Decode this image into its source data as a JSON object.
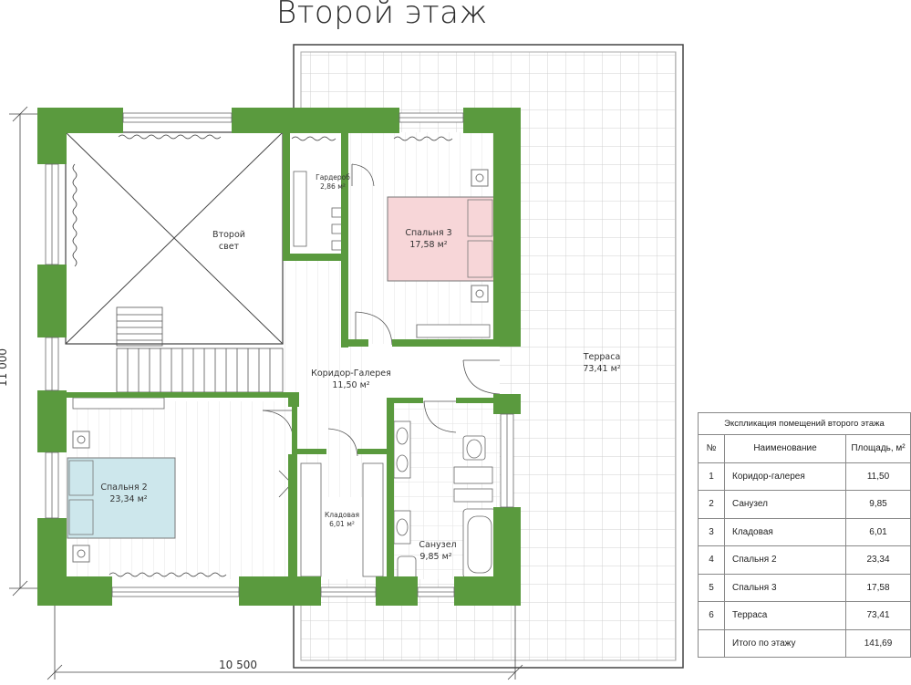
{
  "title": "Второй этаж",
  "rooms": {
    "second_light": "Второй свет",
    "wardrobe_name": "Гардероб",
    "wardrobe_area": "2,86 м²",
    "bedroom3_name": "Спальня 3",
    "bedroom3_area": "17,58 м²",
    "corridor_name": "Коридор-Галерея",
    "corridor_area": "11,50 м²",
    "terrace_name": "Терраса",
    "terrace_area": "73,41 м²",
    "bedroom2_name": "Спальня 2",
    "bedroom2_area": "23,34 м²",
    "storage_name": "Кладовая",
    "storage_area": "6,01 м²",
    "bathroom_name": "Санузел",
    "bathroom_area": "9,85 м²"
  },
  "dimensions": {
    "height": "11 000",
    "width": "10 500"
  },
  "table": {
    "caption": "Экспликация помещений второго этажа",
    "headers": [
      "№",
      "Наименование",
      "Площадь, м²"
    ],
    "rows": [
      {
        "n": "1",
        "name": "Коридор-галерея",
        "area": "11,50"
      },
      {
        "n": "2",
        "name": "Санузел",
        "area": "9,85"
      },
      {
        "n": "3",
        "name": "Кладовая",
        "area": "6,01"
      },
      {
        "n": "4",
        "name": "Спальня 2",
        "area": "23,34"
      },
      {
        "n": "5",
        "name": "Спальня 3",
        "area": "17,58"
      },
      {
        "n": "6",
        "name": "Терраса",
        "area": "73,41"
      }
    ],
    "total_label": "Итого по этажу",
    "total_value": "141,69"
  },
  "colors": {
    "wall": "#5a9a3e",
    "bedroom3_fill": "#f7d6d8",
    "bedroom2_fill": "#cde7ec",
    "grid": "#cfcfcf"
  }
}
